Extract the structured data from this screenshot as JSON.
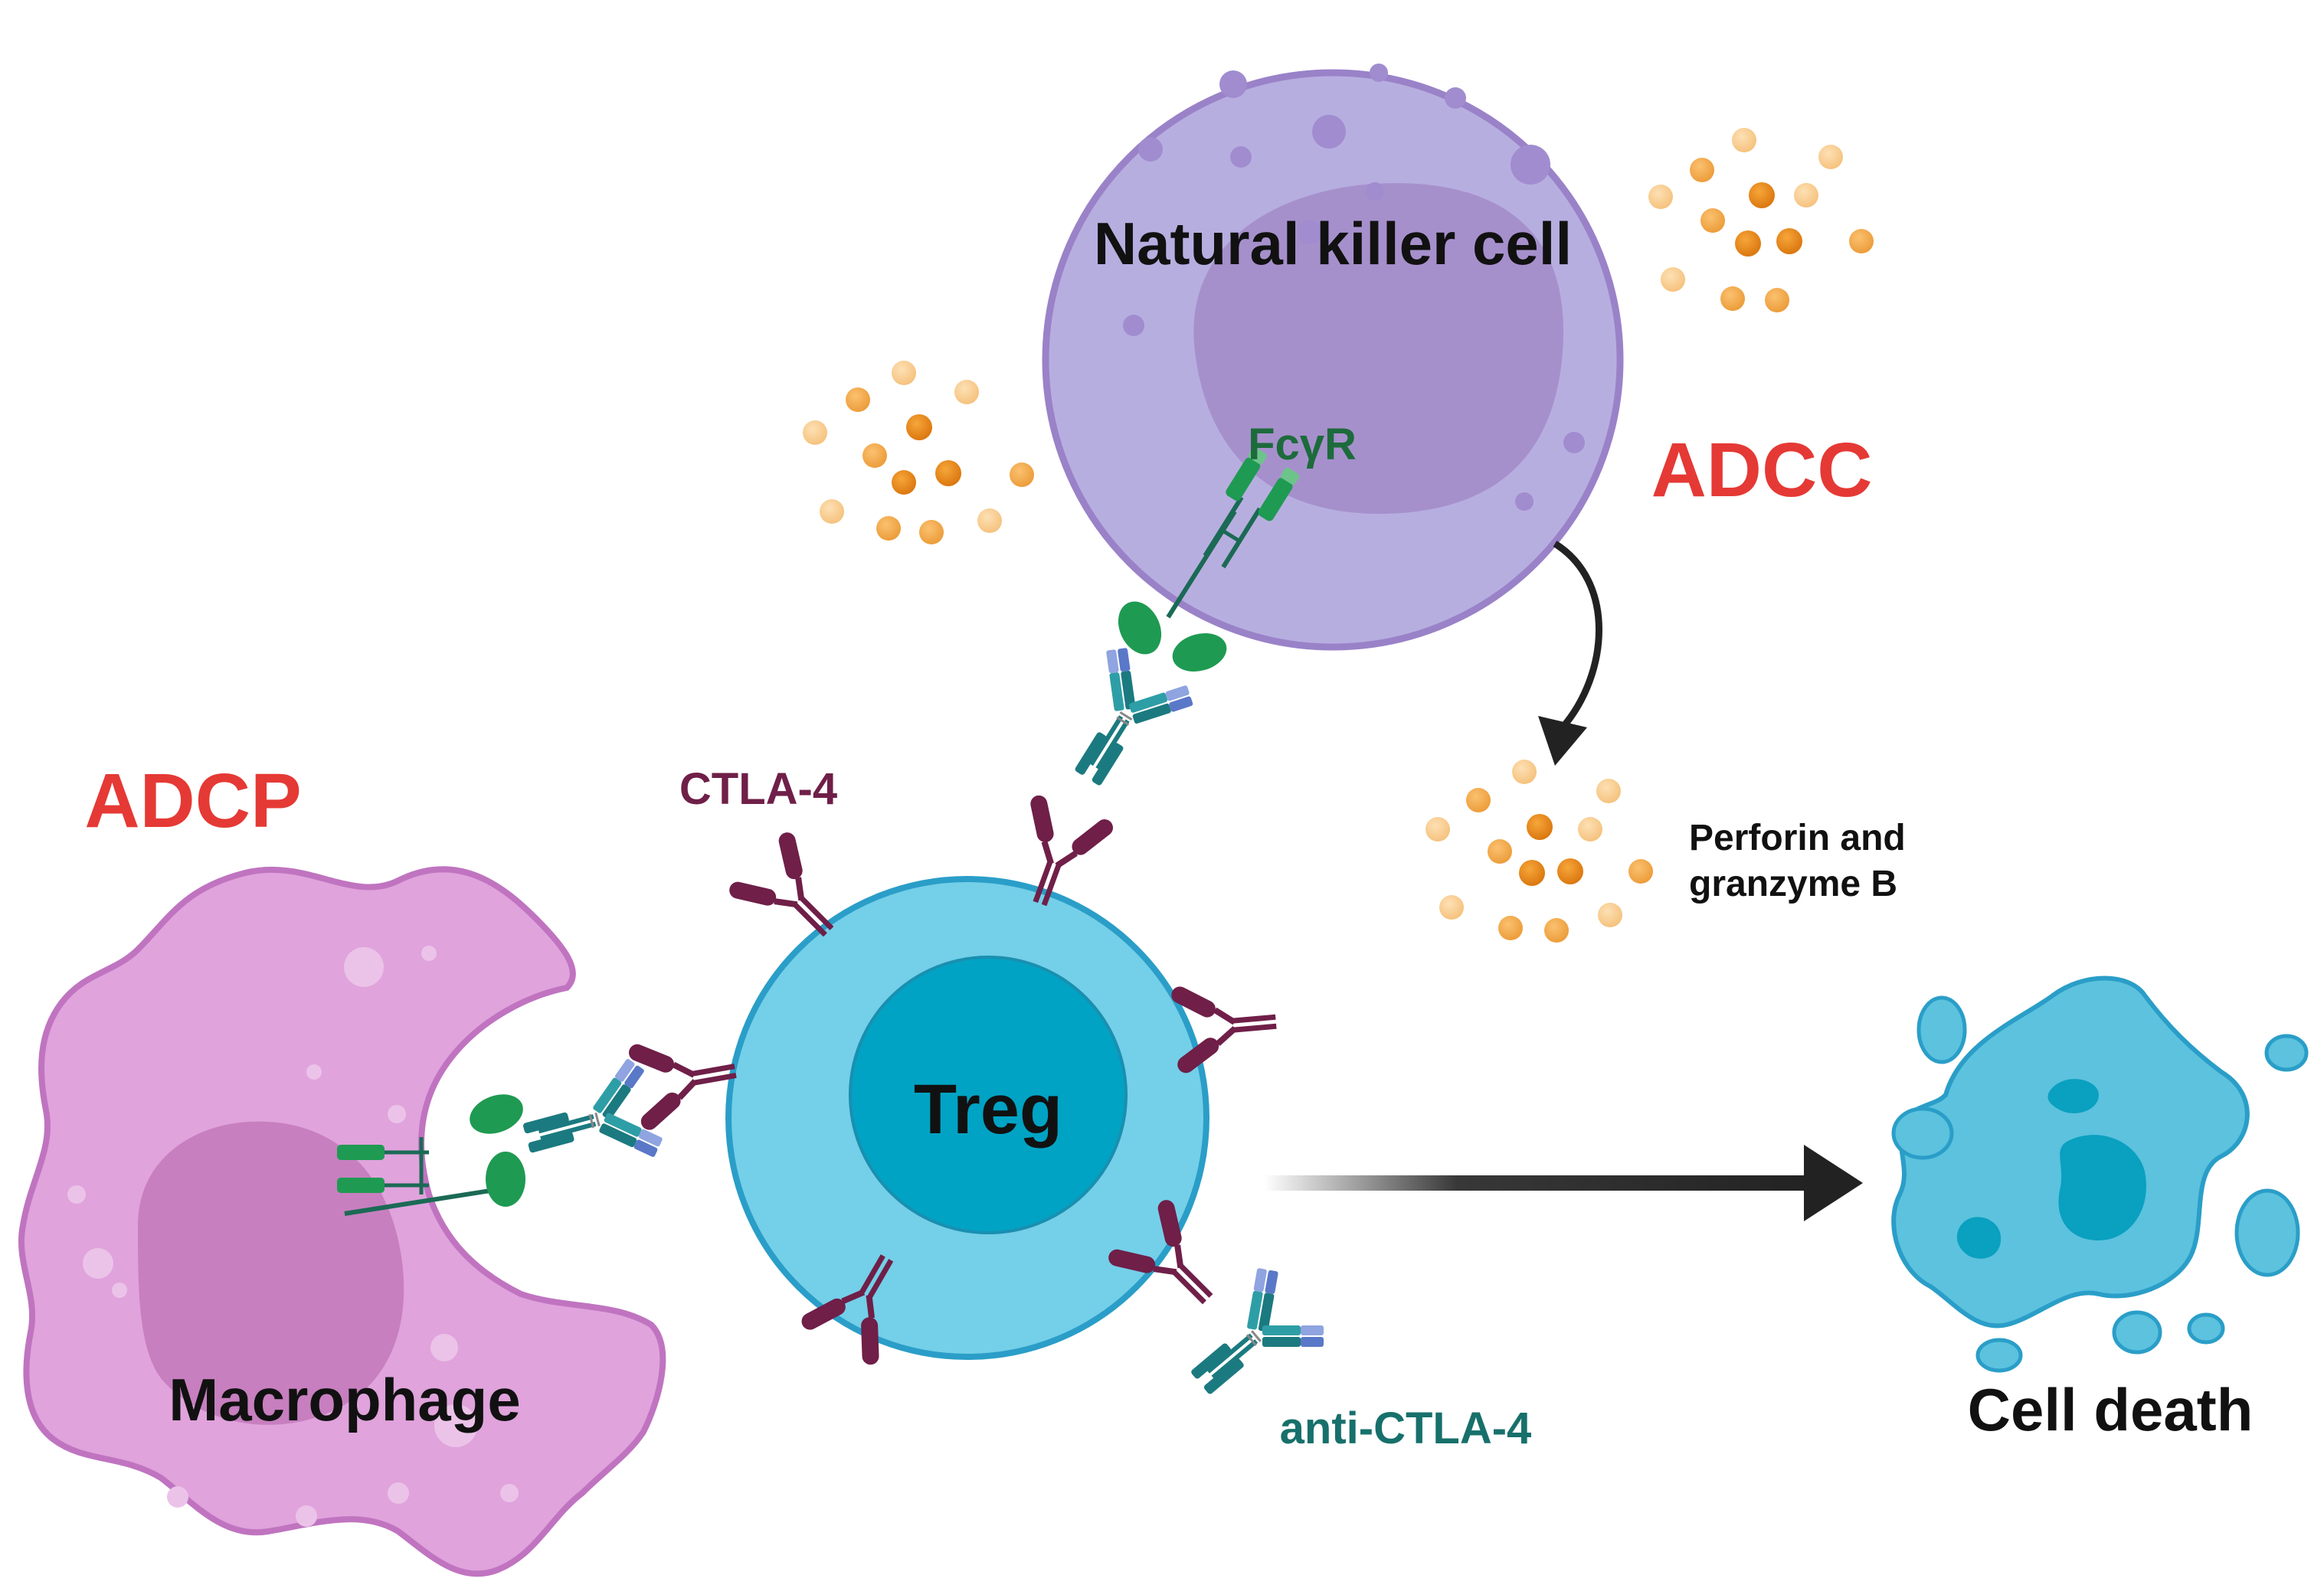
{
  "labels": {
    "nk_cell": "Natural killer cell",
    "fcgr": "FcγR",
    "adcc": "ADCC",
    "adcp": "ADCP",
    "ctla4": "CTLA-4",
    "treg": "Treg",
    "perforin_line1": "Perforin and",
    "perforin_line2": "granzyme B",
    "macrophage": "Macrophage",
    "anti_ctla4": "anti-CTLA-4",
    "cell_death": "Cell death"
  },
  "colors": {
    "nk_membrane": "#9a82c8",
    "nk_cytoplasm": "#b7aee0",
    "nk_nucleus": "#a690cc",
    "treg_membrane": "#2a9ec8",
    "treg_cytoplasm": "#74cfe8",
    "treg_nucleus": "#00a3c4",
    "macrophage_body": "#e0a3dc",
    "macrophage_nucleus": "#c77fbf",
    "dead_cell": "#5cc2de",
    "ctla4_receptor": "#6f1f48",
    "antibody_teal": "#1b7a80",
    "antibody_blue": "#5a78c8",
    "fc_receptor": "#1f9a52",
    "granule_dark": "#e68a1a",
    "granule_light": "#f7c98a",
    "adcc_text": "#e53935",
    "adcp_text": "#e53935"
  }
}
